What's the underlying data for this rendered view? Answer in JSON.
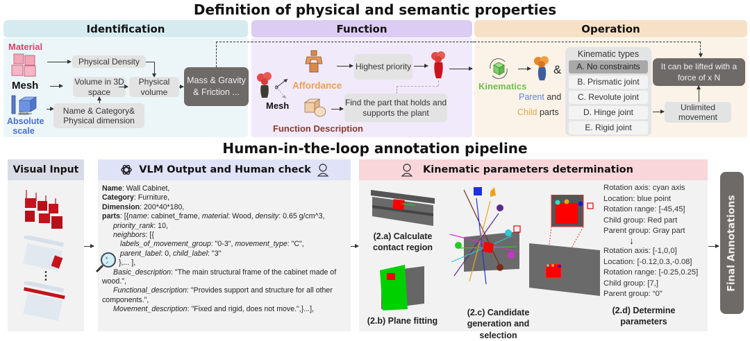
{
  "titles": {
    "top": "Definition of physical and semantic properties",
    "bottom": "Human-in-the-loop annotation pipeline"
  },
  "colors": {
    "identification_head": "#d5ebef",
    "identification_body": "#ecf6f8",
    "function_head": "#dccbf3",
    "function_body": "#f1eafb",
    "operation_head": "#f6e1c6",
    "operation_body": "#fcf3e8",
    "vlm_head": "#e0e2f8",
    "kin_head": "#f8d6da",
    "panel_body": "#f2f2f2",
    "dark_box": "#6d6a67",
    "material": "#d9426b",
    "absolute_scale": "#4a6fd0",
    "affordance": "#f0a050",
    "function_description": "#8b3a2a",
    "kinematics": "#6cbf4a",
    "parent": "#5b85d6",
    "child": "#d9a94a"
  },
  "identification": {
    "header": "Identification",
    "material_label": "Material",
    "mesh_label": "Mesh",
    "scale_label": "Absolute scale",
    "scale_tick": "30cm",
    "physical_density": "Physical Density",
    "volume_3d": "Volume in 3D space",
    "physical_volume": "Physical volume",
    "name_category": "Name & Category& Physical dimension",
    "mass_box": "Mass & Gravity & Friction ..."
  },
  "function": {
    "header": "Function",
    "mesh_label": "Mesh",
    "affordance_label": "Affordance",
    "function_desc_label": "Function Description",
    "highest_priority": "Highest priority",
    "find_part": "Find the part that holds and supports the plant"
  },
  "operation": {
    "header": "Operation",
    "kinematics_label": "Kinematics",
    "ampersand": "&",
    "parent_word": "Parent",
    "and_word": "and",
    "child_word": "Child",
    "parts_word": "parts",
    "kinematic_types_title": "Kinematic types",
    "kinematic_types": [
      {
        "label": "A. No constraints",
        "selected": true
      },
      {
        "label": "B. Prismatic joint",
        "selected": false
      },
      {
        "label": "C. Revolute joint",
        "selected": false
      },
      {
        "label": "D. Hinge joint",
        "selected": false
      },
      {
        "label": "E. Rigid joint",
        "selected": false
      }
    ],
    "lifted_box": "It can be lifted with a force of x N",
    "unlimited_box": "Unlimited movement"
  },
  "visual_input": {
    "header": "Visual Input",
    "ellipsis": "⋮"
  },
  "vlm": {
    "header": "VLM Output and Human check",
    "name_key": "Name",
    "name_val": ": Wall Cabinet,",
    "category_key": "Category",
    "category_val": ": Furniture,",
    "dimension_key": "Dimension",
    "dimension_val": ": 200*40*180,",
    "parts_key": "parts",
    "parts_line": ": [{",
    "k_name": "name",
    "v_name": ": cabinet_frame, ",
    "k_material": "material",
    "v_material": ": Wood, ",
    "k_density": "density",
    "v_density": ": 0.65 g/cm^3,",
    "k_priority": "priority_rank",
    "v_priority": ": 10,",
    "k_neighbors": "neighbors",
    "v_neighbors": ": [{",
    "k_lmg": "labels_of_movement_group",
    "v_lmg": ": \"0-3\", ",
    "k_mt": "movement_type",
    "v_mt": ": \"C\",",
    "k_parent": "parent_label",
    "v_parent": ": 0, ",
    "k_child": "child_label",
    "v_child": ": \"3\"",
    "close_neighbors": "},... ],",
    "k_basic": "Basic_description",
    "v_basic": ": \"The main structural frame of the cabinet made of wood.\",",
    "k_func": "Functional_description",
    "v_func": ": \"Provides support and structure for all other components.\",",
    "k_move": "Movement_description",
    "v_move": ": \"Fixed and rigid, does not move.\",}...],"
  },
  "kinematic_params": {
    "header": "Kinematic parameters determination",
    "step_a": "(2.a) Calculate contact region",
    "step_b": "(2.b) Plane fitting",
    "step_c": "(2.c) Candidate generation and selection",
    "step_d": "(2.d) Determine parameters",
    "before": [
      "Rotation axis: cyan axis",
      "Location: blue point",
      "Rotation range: [-45,45]",
      "Child group: Red part",
      "Parent group: Gray part"
    ],
    "down_arrow": "↓",
    "after": [
      "Rotation axis: [-1,0,0]",
      "Location: [-0.12,0.3,-0.08]",
      "Rotation range: [-0.25,0.25]",
      "Child group: [7,]",
      "Parent group: “0”"
    ]
  },
  "final": {
    "label": "Final Annotations"
  }
}
